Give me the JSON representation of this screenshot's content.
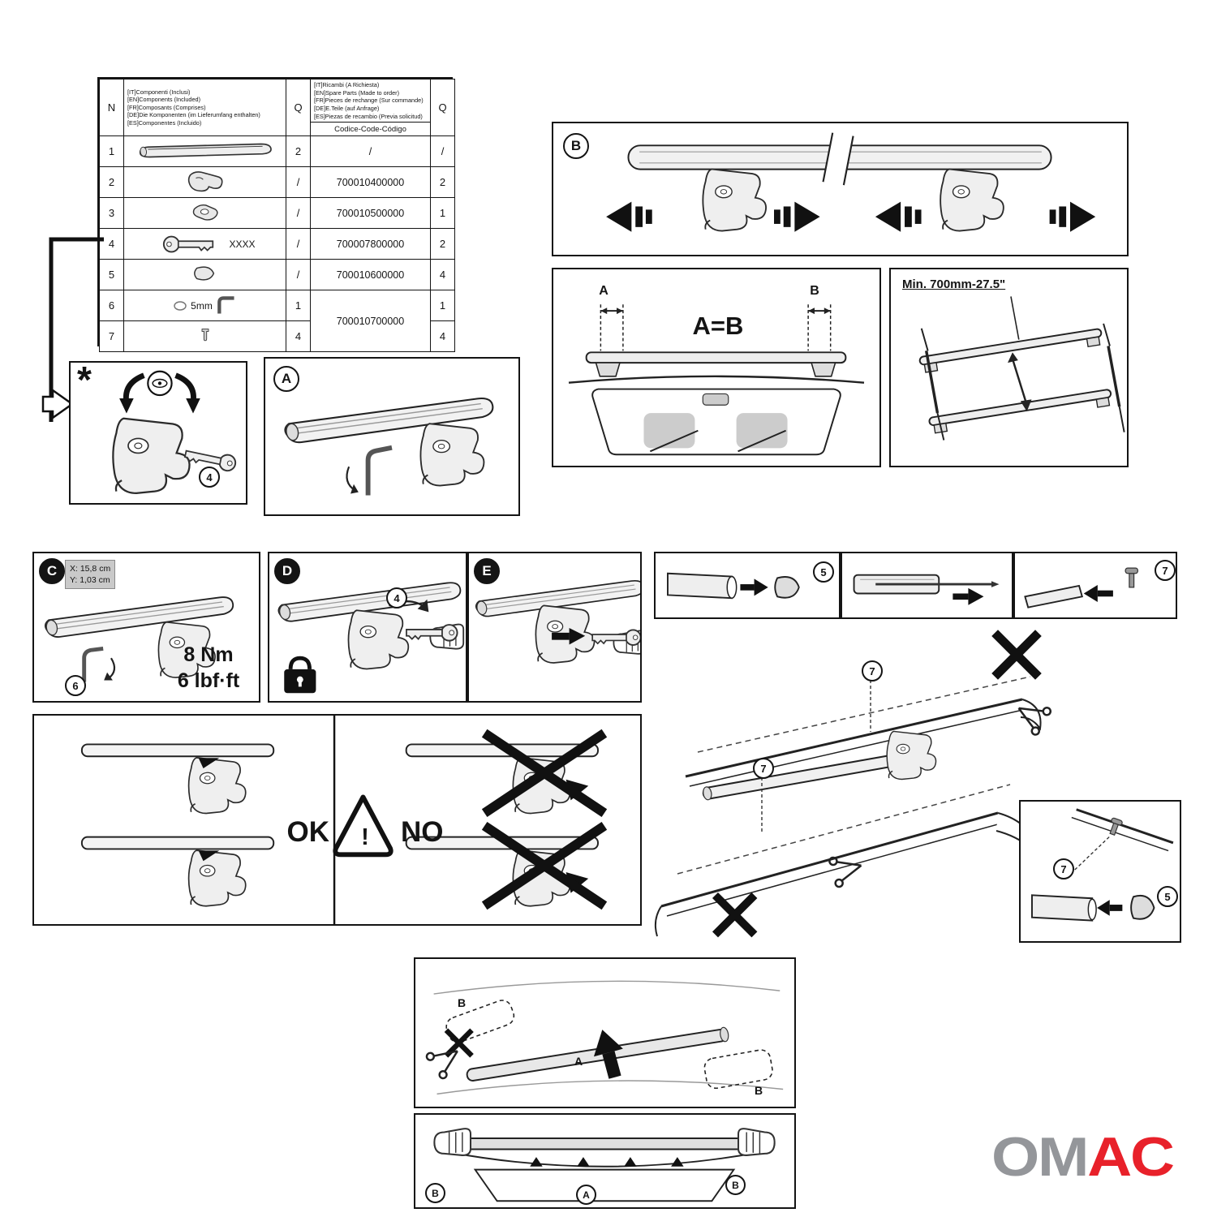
{
  "colors": {
    "accent_red": "#E8212A",
    "logo_gray": "#94969A",
    "line": "#141414"
  },
  "parts_table": {
    "col_n": "N",
    "col_q_left": "Q",
    "col_q_right": "Q",
    "included_header": "[IT]Componenti (Inclusi)\n[EN]Components (Included)\n[FR]Composants (Comprises)\n[DE]Die Komponenten (im Lieferumfang enthalten)\n[ES]Componentes (Incluido)",
    "spare_header": "[IT]Ricambi (A Richiesta)\n[EN]Spare Parts (Made to order)\n[FR]Pieces de rechange (Sur commande)\n[DE]E.Teile (auf Anfrage)\n[ES]Piezas de recambio (Previa solicitud)",
    "code_header": "Codice-Code-Código",
    "rows": [
      {
        "n": "1",
        "item": "crossbar",
        "q1": "2",
        "code": "/",
        "q2": "/"
      },
      {
        "n": "2",
        "item": "clamp-foot",
        "q1": "/",
        "code": "700010400000",
        "q2": "2"
      },
      {
        "n": "3",
        "item": "lock-cover",
        "q1": "/",
        "code": "700010500000",
        "q2": "1"
      },
      {
        "n": "4",
        "item": "key",
        "label": "XXXX",
        "q1": "/",
        "code": "700007800000",
        "q2": "2"
      },
      {
        "n": "5",
        "item": "end-cap",
        "q1": "/",
        "code": "700010600000",
        "q2": "4"
      },
      {
        "n": "6",
        "item": "allen-key",
        "label": "5mm",
        "q1": "1",
        "code": "700010700000",
        "q2": "1"
      },
      {
        "n": "7",
        "item": "pin",
        "q1": "4",
        "code": "",
        "q2": "4"
      }
    ]
  },
  "panels": {
    "star": {
      "label": "*",
      "badge4": "4"
    },
    "a": {
      "label": "A"
    },
    "b": {
      "label": "B"
    },
    "aeqb": {
      "dim_a": "A",
      "dim_b": "B",
      "equation": "A=B"
    },
    "min_span": {
      "text": "Min. 700mm-27.5\""
    },
    "c": {
      "label": "C",
      "x": "X: 15,8 cm",
      "y": "Y: 1,03 cm",
      "torque_nm": "8 Nm",
      "torque_lbf": "6 lbf·ft",
      "badge6": "6"
    },
    "d": {
      "label": "D",
      "badge4": "4"
    },
    "e": {
      "label": "E"
    },
    "cap": {
      "badge5": "5"
    },
    "pin": {
      "badge7": "7"
    },
    "cutting": {
      "badge7a": "7",
      "badge7b": "7"
    },
    "okno": {
      "ok": "OK",
      "warn": "!",
      "no": "NO"
    },
    "corner": {
      "badge7": "7",
      "badge5": "5"
    },
    "install": {
      "a": "A",
      "b1": "B",
      "b2": "B"
    },
    "final": {
      "a": "A",
      "b_left": "B",
      "b_right": "B"
    }
  },
  "logo": {
    "om": "OM",
    "ac": "AC"
  }
}
